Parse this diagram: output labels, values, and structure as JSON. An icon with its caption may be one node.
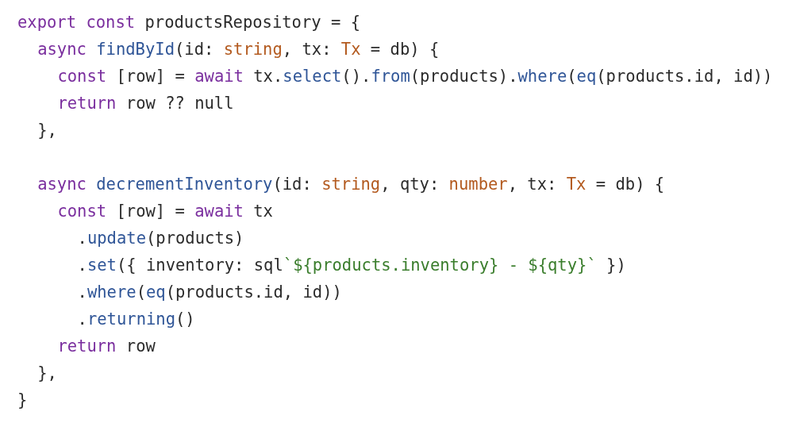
{
  "diagram": {
    "labels": [
      "export const productsRepository = {",
      "async findById(id: string, tx: Tx = db) {",
      "const [row] = await tx.select().from(products).where(eq(products.id, id))",
      "return row ?? null",
      "},",
      "async decrementInventory(id: string, qty: number, tx: Tx = db) {",
      "const [row] = await tx",
      ".update(products)",
      ".set({ inventory: sql`${products.inventory} - ${qty}` })",
      ".where(eq(products.id, id))",
      ".returning()",
      "return row",
      "},",
      "}"
    ]
  }
}
